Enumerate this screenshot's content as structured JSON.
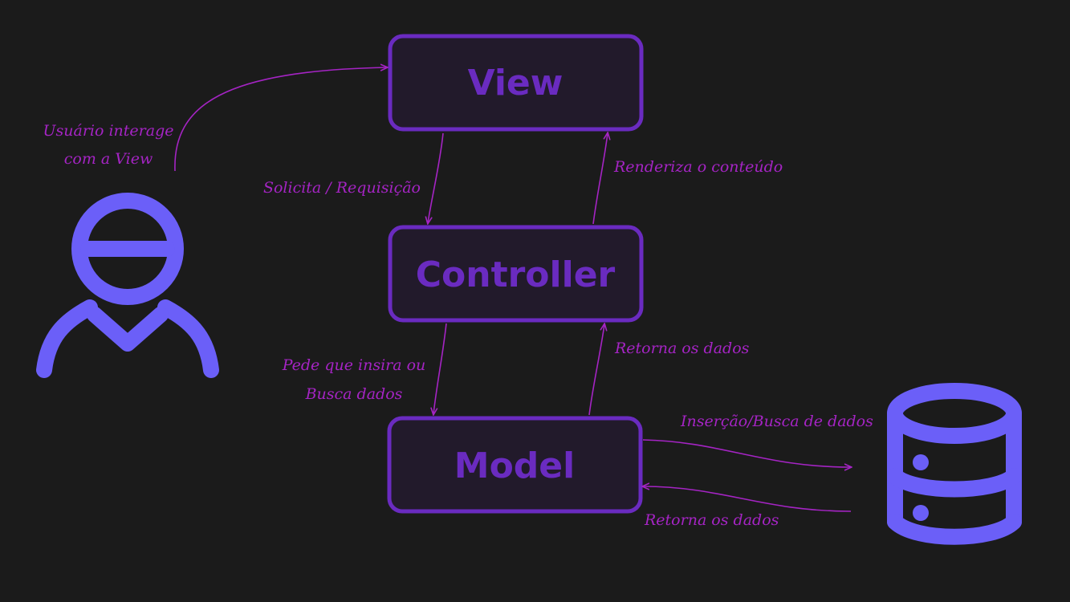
{
  "colors": {
    "background": "#1b1b1b",
    "box_fill": "#221a2b",
    "box_stroke": "#6a2bc0",
    "box_text": "#6a2bc0",
    "arrow": "#a524c4",
    "annotation": "#a524c4",
    "icon": "#6b5ff8"
  },
  "icons": {
    "user": "user-icon",
    "database": "database-icon"
  },
  "boxes": {
    "view": "View",
    "controller": "Controller",
    "model": "Model"
  },
  "annotations": {
    "user_interacts_line1": "Usuário interage",
    "user_interacts_line2": "com a View",
    "request": "Solicita / Requisição",
    "render": "Renderiza o conteúdo",
    "ask_line1": "Pede que insira ou",
    "ask_line2": "Busca dados",
    "returns_to_controller": "Retorna os dados",
    "insert_search": "Inserção/Busca de dados",
    "returns_to_model": "Retorna os dados"
  }
}
